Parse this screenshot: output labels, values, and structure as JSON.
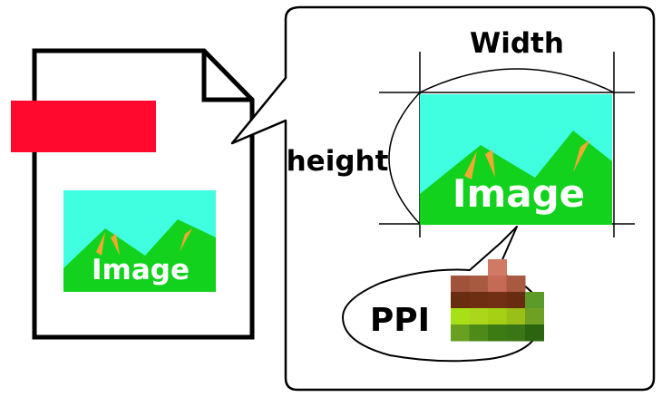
{
  "labels": {
    "image_small": "Image",
    "image_large": "Image",
    "width": "Width",
    "height": "height",
    "ppi": "PPI"
  },
  "colors": {
    "outline": "#000000",
    "red_bar": "#ff0a2e",
    "sky": "#40ffe0",
    "mountain": "#12d21e",
    "mountain_highlight": "#f0a830",
    "image_text": "#ffffff"
  },
  "pixel_grid_colors": [
    [
      "#ffffff",
      "#ffffff",
      "#d07a66",
      "#ffffff",
      "#ffffff"
    ],
    [
      "#a0523a",
      "#a85a40",
      "#c46a55",
      "#a85a40",
      "#ffffff"
    ],
    [
      "#6a2c10",
      "#6e2e12",
      "#722f14",
      "#6a2c10",
      "#5c9a2a"
    ],
    [
      "#a8e018",
      "#acd61c",
      "#a6d014",
      "#9ac018",
      "#6ea024"
    ],
    [
      "#6aa020",
      "#4e8a18",
      "#3c7a14",
      "#3a7616",
      "#2c6410"
    ]
  ]
}
